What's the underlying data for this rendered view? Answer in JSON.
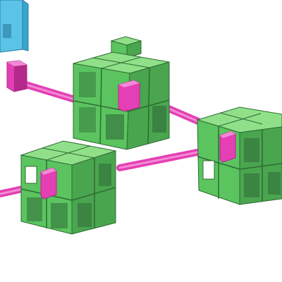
{
  "scene": {
    "background": "#ffffff",
    "colors": {
      "green_top": "#90e08a",
      "green_left": "#5bc45f",
      "green_right": "#4aa54f",
      "green_edge": "#2e6b33",
      "hole_dark": "#2f6a39",
      "hole_shade": "#3d8a46",
      "magenta": "#e43fb4",
      "magenta_dark": "#b42a8b",
      "magenta_light": "#f28ad3",
      "blue_top": "#8ad8f2",
      "blue_left": "#5ac3e7",
      "blue_right": "#3aa5cf",
      "blue_edge": "#2a7c9c"
    },
    "objects": [
      {
        "kind": "blue-block",
        "semantic": "partial-block-topleft"
      },
      {
        "kind": "green-cube",
        "semantic": "cube-top-center"
      },
      {
        "kind": "green-cube",
        "semantic": "cube-right"
      },
      {
        "kind": "green-cube",
        "semantic": "cube-bottom-left"
      },
      {
        "kind": "connector",
        "semantic": "connector-top"
      },
      {
        "kind": "connector",
        "semantic": "connector-bottom"
      }
    ]
  }
}
